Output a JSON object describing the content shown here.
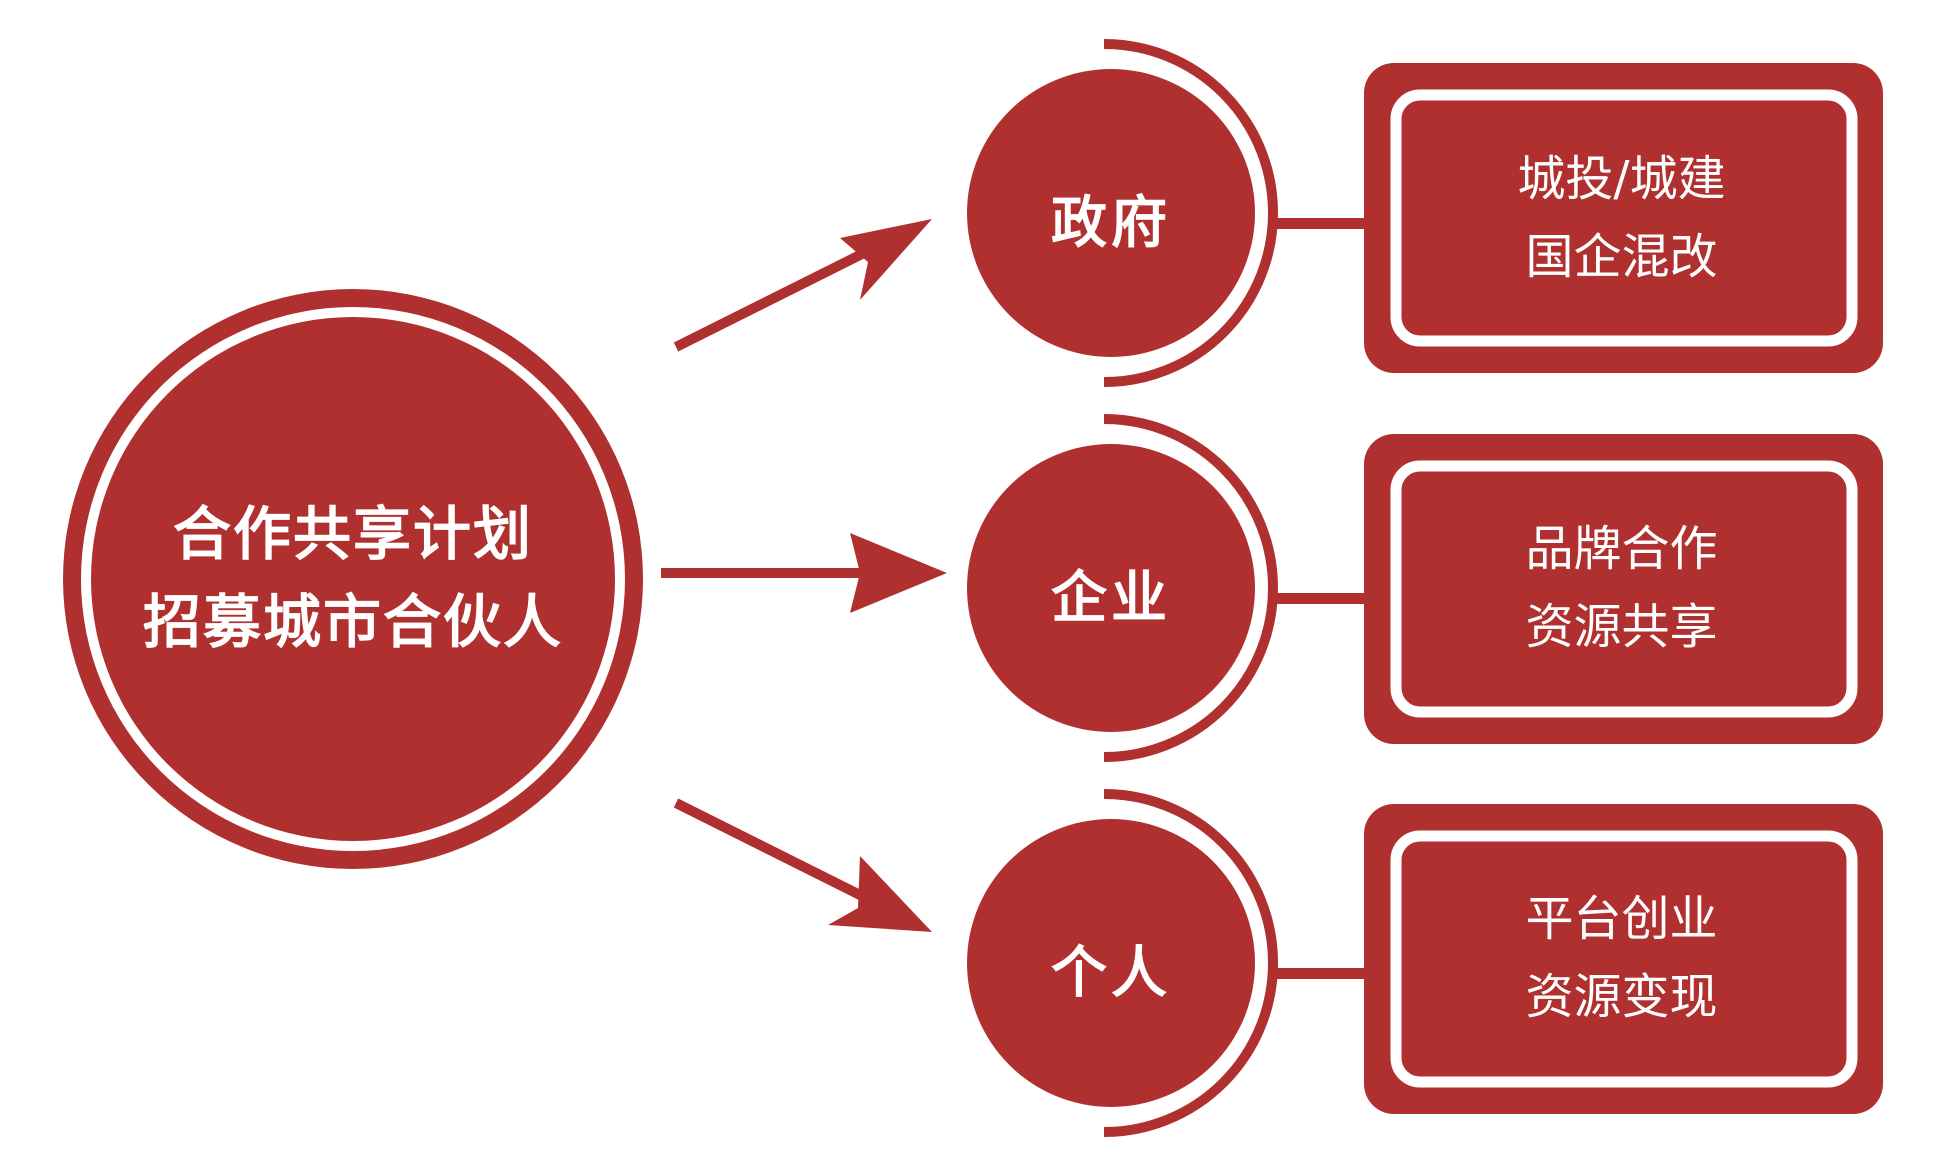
{
  "colors": {
    "primary": "#b03030",
    "background": "#ffffff"
  },
  "center": {
    "line1": "合作共享计划",
    "line2": "招募城市合伙人"
  },
  "branches": [
    {
      "label": "政府",
      "detail_line1": "城投/城建",
      "detail_line2": "国企混改"
    },
    {
      "label": "企业",
      "detail_line1": "品牌合作",
      "detail_line2": "资源共享"
    },
    {
      "label": "个人",
      "detail_line1": "平台创业",
      "detail_line2": "资源变现"
    }
  ]
}
